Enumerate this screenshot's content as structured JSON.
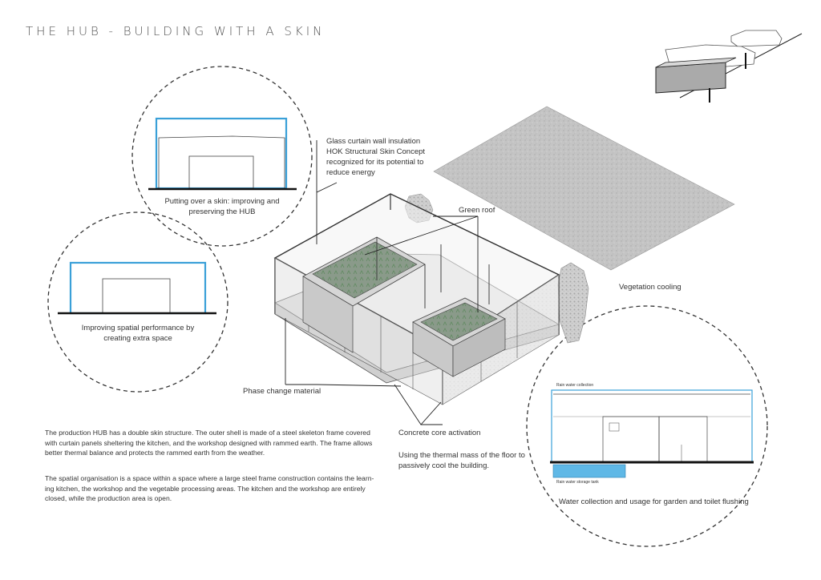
{
  "title": "THE HUB - BUILDING WITH A SKIN",
  "annotations": {
    "glass_curtain": [
      "Glass curtain wall insulation",
      "HOK Structural Skin Concept",
      "recognized for its potential to",
      "reduce energy"
    ],
    "green_roof": "Green roof",
    "vegetation_cooling": "Vegetation cooling",
    "phase_change": "Phase change material",
    "concrete_core": "Concrete core activation",
    "thermal_mass": [
      "Using the thermal mass of the floor to",
      "passively cool the building."
    ],
    "skin_caption": [
      "Putting over a skin: improving and",
      "preserving the HUB"
    ],
    "spatial_caption": [
      "Improving spatial performance by",
      "creating extra space"
    ],
    "water_caption": "Water collection and usage for garden and toilet flushing",
    "rain_collection": "Rain water collection",
    "rain_tank": "Rain water storage tank"
  },
  "paragraphs": [
    [
      "The production HUB has a double skin structure. The outer shell is made of a steel skeleton frame covered",
      "with curtain panels sheltering the kitchen, and the workshop designed with rammed earth. The frame allows",
      "better thermal balance and protects the rammed earth from the weather."
    ],
    [
      "The spatial organisation is a space within a space where a large steel frame construction contains the learn-",
      "ing kitchen, the workshop and the vegetable processing areas. The kitchen and the workshop are entirely",
      "closed, while the production area is open."
    ]
  ],
  "colors": {
    "accent_blue": "#3aa0d8",
    "tank_blue": "#5fb8e6",
    "line": "#222222",
    "dash": "#333333"
  },
  "icons": [
    "site-context-sketch",
    "isometric-building-model",
    "roof-plane"
  ]
}
